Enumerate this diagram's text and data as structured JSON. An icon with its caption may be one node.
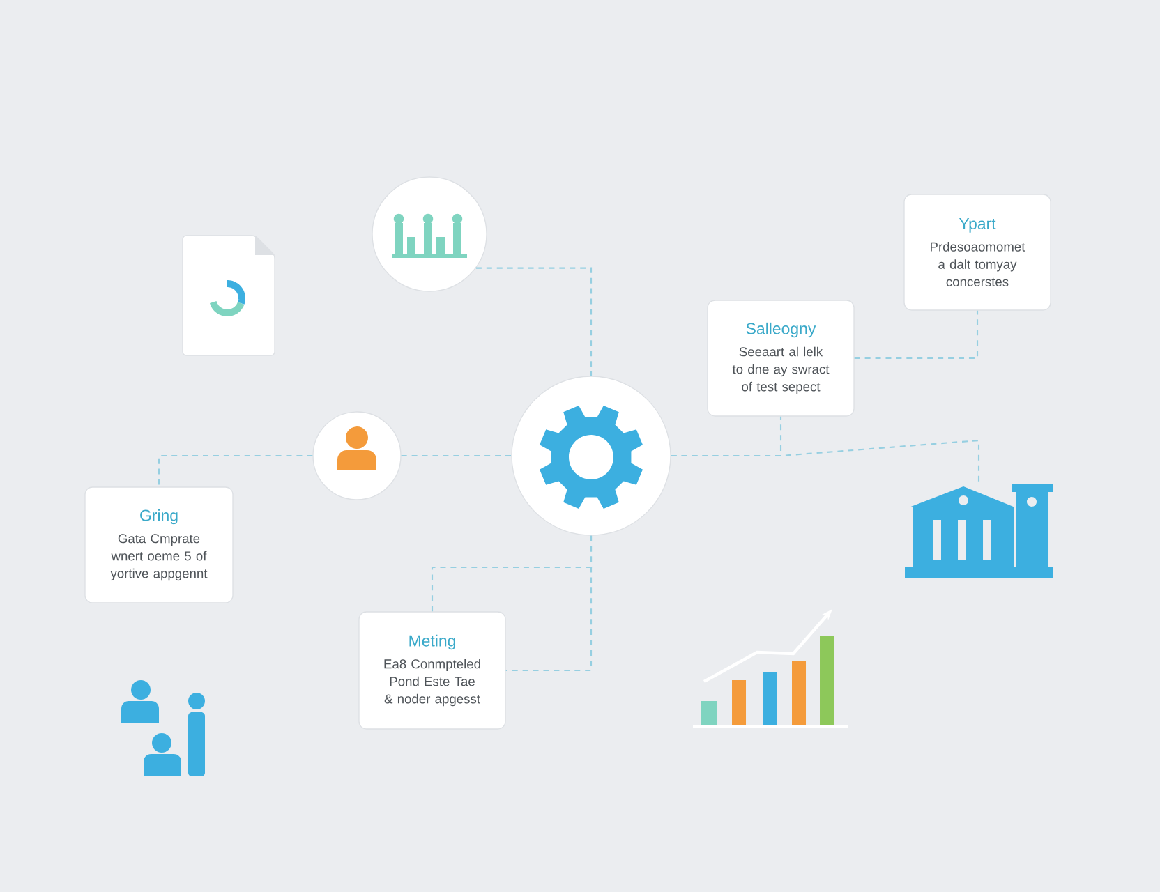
{
  "diagram": {
    "nodes": [
      {
        "text": [],
        "shape": "circle"
      },
      {
        "text": [
          "Ypart",
          "Prdesoaomomet a dalt tomyay concerstes"
        ]
      },
      {
        "text": [
          "Salleogny",
          "Seeaart al lelk to dne ay swract of test sepect"
        ]
      },
      {
        "text": [],
        "shape": "circle"
      },
      {
        "text": [],
        "shape": "circle"
      },
      {
        "text": [
          "Gring",
          "Gata Cmprate wnert oeme 5 of yortive appgennt"
        ]
      },
      {
        "text": [],
        "shape": "picture"
      },
      {
        "text": [
          "Meting",
          "Ea8 Conmpteled Pond Este Tae & noder apgesst"
        ]
      }
    ],
    "edges": [
      {
        "from": 0,
        "to": 4,
        "arrow": "none",
        "style": "dashed"
      },
      {
        "from": 3,
        "to": 4,
        "arrow": "none",
        "style": "dashed"
      },
      {
        "from": 3,
        "to": 5,
        "arrow": "none",
        "style": "dashed"
      },
      {
        "from": 4,
        "to": 7,
        "arrow": "none",
        "style": "dashed"
      },
      {
        "from": 4,
        "to": 7,
        "arrow": "none",
        "style": "dashed"
      },
      {
        "from": 4,
        "to": 2,
        "arrow": "none",
        "style": "dashed"
      },
      {
        "from": 4,
        "to": 6,
        "arrow": "none",
        "style": "dashed"
      },
      {
        "from": 2,
        "to": 1,
        "arrow": "none",
        "style": "dashed"
      }
    ]
  }
}
